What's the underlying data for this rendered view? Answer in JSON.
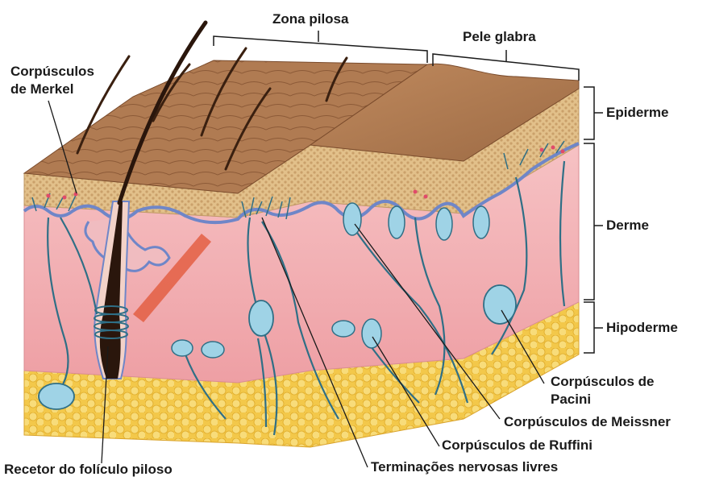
{
  "labels": {
    "zona_pilosa": "Zona pilosa",
    "pele_glabra": "Pele glabra",
    "merkel_line1": "Corpúsculos",
    "merkel_line2": "de Merkel",
    "epiderme": "Epiderme",
    "derme": "Derme",
    "hipoderme": "Hipoderme",
    "pacini_line1": "Corpúsculos de",
    "pacini_line2": "Pacini",
    "meissner": "Corpúsculos de Meissner",
    "ruffini": "Corpúsculos de Ruffini",
    "terminacoes": "Terminações nervosas livres",
    "folliculo": "Recetor do folículo piloso"
  },
  "colors": {
    "skin_surface": "#b07b52",
    "epidermis_granular": "#e2c08a",
    "basal_membrane": "#6f86c8",
    "dermis": "#f2b3b6",
    "hypodermis_fat": "#f6cf52",
    "nerve": "#2f6f86",
    "corpuscle": "#9fd3e6",
    "hair": "#2a160c",
    "text": "#1a1a1a"
  }
}
